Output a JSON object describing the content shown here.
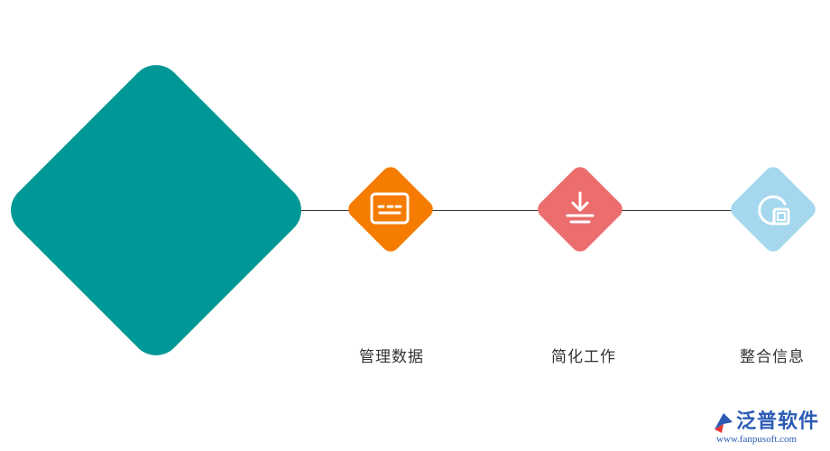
{
  "colors": {
    "main_diamond": "#009797",
    "connector": "#333333",
    "label_text": "#333333",
    "brand": "#2b5bb5",
    "brand_accent": "#e53935"
  },
  "main_diamond": {
    "color": "#009797"
  },
  "nodes": [
    {
      "id": "manage-data",
      "label": "管理数据",
      "color": "#f57c00",
      "icon": "dashboard-screen-icon"
    },
    {
      "id": "simplify-work",
      "label": "简化工作",
      "color": "#eb6d6d",
      "icon": "download-icon"
    },
    {
      "id": "integrate-info",
      "label": "整合信息",
      "color": "#a5d8ee",
      "icon": "chart-window-icon"
    }
  ],
  "brand": {
    "name": "泛普软件",
    "url": "www.fanpusoft.com",
    "logo_icon": "fanpu-logo-icon"
  }
}
